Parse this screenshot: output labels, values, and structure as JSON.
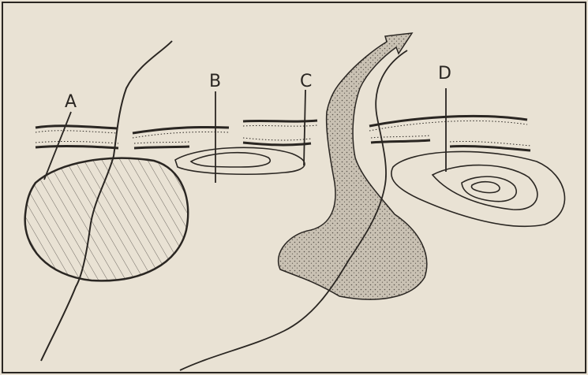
{
  "figure": {
    "labels": {
      "a": "A",
      "b": "B",
      "c": "C",
      "d": "D"
    },
    "colors": {
      "paper": "#e9e2d4",
      "ink": "#2a2622",
      "stipple_fill": "#c9c1b3"
    }
  }
}
